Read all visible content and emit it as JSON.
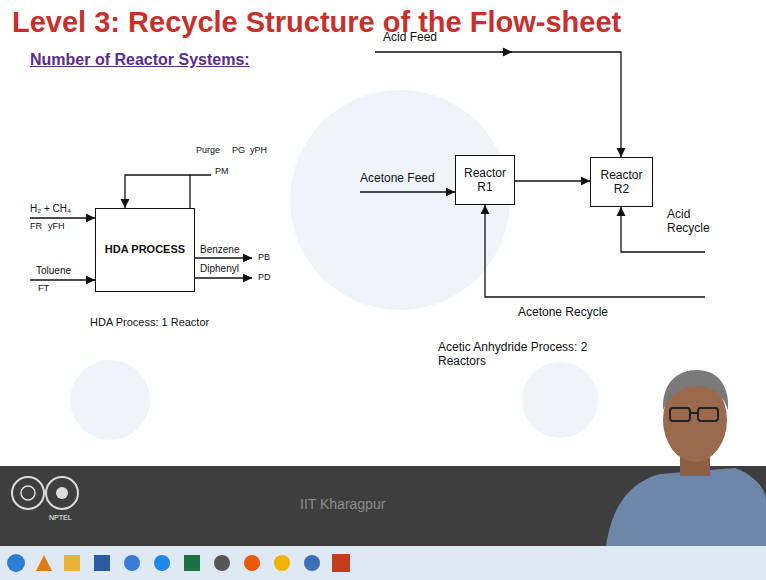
{
  "diagram": {
    "title": "Level 3: Recycle Structure of the Flow-sheet",
    "nodes": [
      {
        "text": [
          "HDA PROCESS"
        ]
      },
      {
        "text": [
          "Reactor R1"
        ]
      },
      {
        "text": [
          "Reactor R2"
        ]
      }
    ],
    "edges": [
      {
        "from": 1,
        "to": 2,
        "arrow": "to"
      }
    ],
    "labels": [
      "Number of Reactor Systems:",
      "Purge",
      "PG",
      "yPH",
      "PM",
      "H₂ + CH₄",
      "FR",
      "yFH",
      "Toluene",
      "FT",
      "Benzene",
      "PB",
      "Diphenyl",
      "PD",
      "HDA Process: 1 Reactor",
      "Acid Feed",
      "Acetone Feed",
      "Acid Recycle",
      "Acetone Recycle",
      "Acetic Anhydride Process: 2 Reactors",
      "NPTEL",
      "IIT Kharagpur"
    ]
  }
}
